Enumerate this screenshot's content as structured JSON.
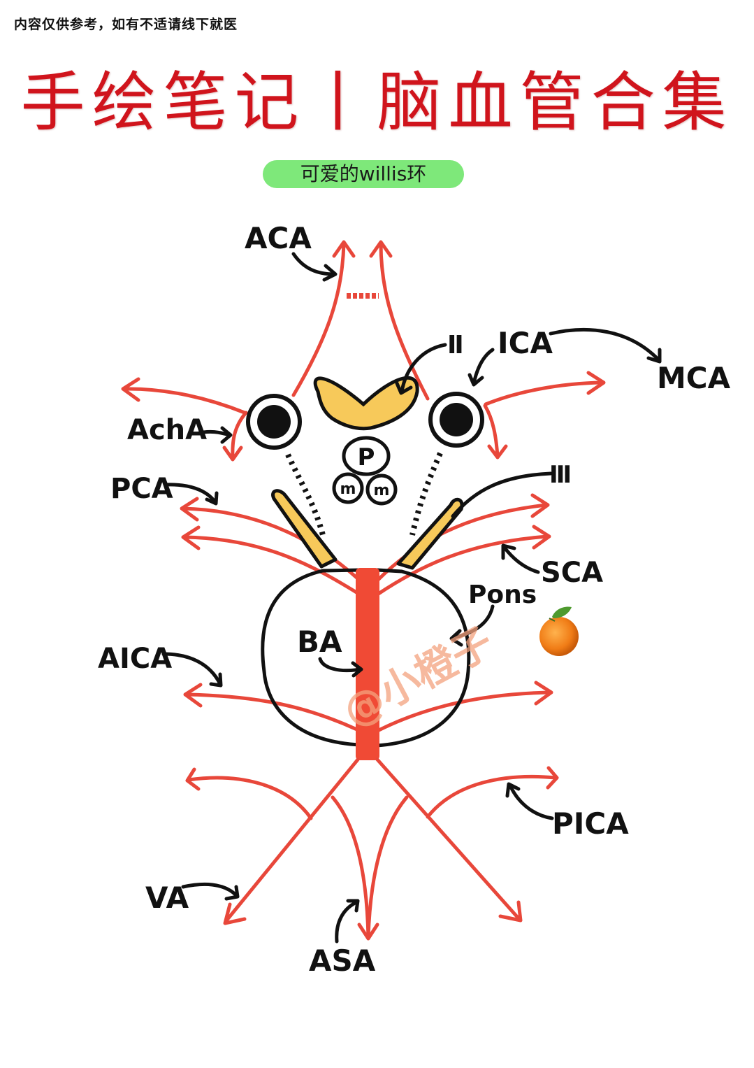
{
  "header": {
    "disclaimer": "内容仅供参考，如有不适请线下就医",
    "title": "手绘笔记丨脑血管合集",
    "subtitle_pill": "可爱的willis环"
  },
  "colors": {
    "title_red": "#d0141c",
    "artery_red": "#e8473a",
    "basilar_red": "#f04a35",
    "pill_green": "#7ee87a",
    "nerve_yellow": "#f7c95a",
    "watermark_orange": "#f4a27e",
    "ink": "#111111"
  },
  "diagram": {
    "labels": {
      "aca": "ACA",
      "ica": "ICA",
      "mca": "MCA",
      "acha": "AchA",
      "pca": "PCA",
      "sca": "SCA",
      "aica": "AICA",
      "pica": "PICA",
      "va": "VA",
      "asa": "ASA",
      "ba": "BA",
      "pons": "Pons",
      "optic_nerve": "Ⅱ",
      "oculomotor_nerve": "Ⅲ",
      "pituitary": "P",
      "mammillary_left": "m",
      "mammillary_right": "m"
    },
    "watermark": "@小橙子",
    "orange_icon": "orange-emoji"
  }
}
